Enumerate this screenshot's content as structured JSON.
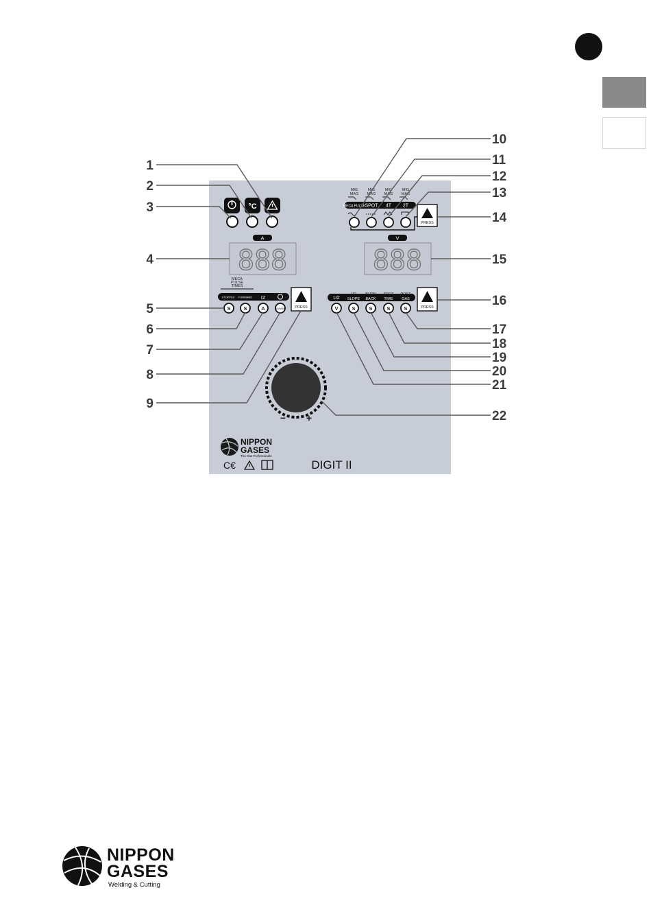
{
  "callouts": [
    "1",
    "2",
    "3",
    "4",
    "5",
    "6",
    "7",
    "8",
    "9",
    "10",
    "11",
    "12",
    "13",
    "14",
    "15",
    "16",
    "17",
    "18",
    "19",
    "20",
    "21",
    "22"
  ],
  "panel": {
    "current_display": "888",
    "voltage_display": "888",
    "current_unit": "A",
    "voltage_unit": "V",
    "top_left_icons": [
      "power-icon",
      "temperature-icon",
      "warning-icon"
    ],
    "temp_label": "°C",
    "process_labels": [
      {
        "l1": "MIG",
        "l2": "MAG"
      },
      {
        "l1": "MIG",
        "l2": "MAG"
      },
      {
        "l1": "MIG",
        "l2": "MAG"
      },
      {
        "l1": "MIG",
        "l2": "MAG"
      }
    ],
    "mode_labels": [
      "MECA PULSE",
      "SPOT",
      "4T",
      "2T"
    ],
    "press_label": "PRESS",
    "left_group_header": [
      "MECA",
      "PULSE",
      "TIMES"
    ],
    "left_params": [
      "STOPPED",
      "FORWARD",
      "I2",
      ""
    ],
    "left_led_letters": [
      "S",
      "S",
      "A",
      "M/MIN"
    ],
    "right_params": [
      {
        "l1": "U2",
        "l2": ""
      },
      {
        "l1": "UP",
        "l2": "SLOPE"
      },
      {
        "l1": "BURN",
        "l2": "BACK"
      },
      {
        "l1": "SPOT",
        "l2": "TIME"
      },
      {
        "l1": "POST",
        "l2": "GAS"
      }
    ],
    "right_led_letters": [
      "V",
      "S",
      "S",
      "S",
      "S"
    ],
    "knob_minus": "−",
    "knob_plus": "+",
    "brand_line1": "NIPPON",
    "brand_line2": "GASES",
    "brand_tagline": "The Gas Professionals",
    "cert_marks": "C€",
    "model_name": "DIGIT II"
  },
  "footer": {
    "brand_line1": "NIPPON",
    "brand_line2": "GASES",
    "tagline": "Welding & Cutting"
  }
}
